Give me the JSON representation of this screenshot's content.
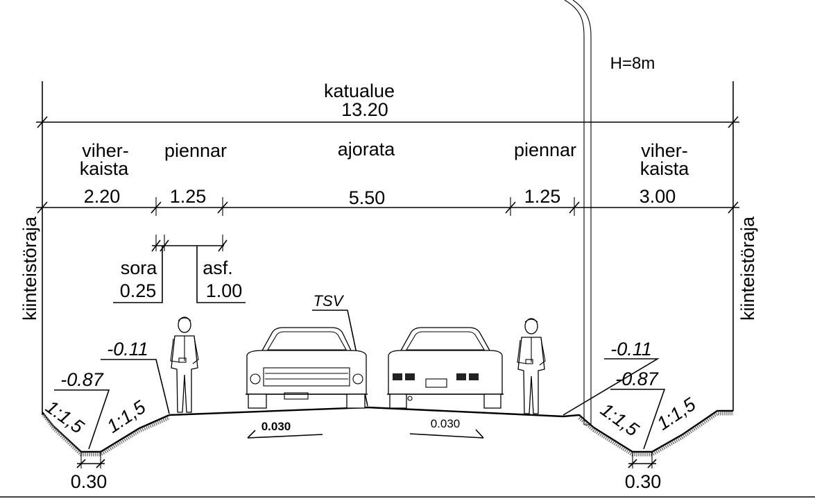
{
  "overall": {
    "name": "katualue",
    "width": "13.20"
  },
  "zones": {
    "left_verge": {
      "name_line1": "viher-",
      "name_line2": "kaista",
      "width": "2.20"
    },
    "left_shoulder": {
      "name": "piennar",
      "width": "1.25"
    },
    "carriageway": {
      "name": "ajorata",
      "width": "5.50"
    },
    "right_shoulder": {
      "name": "piennar",
      "width": "1.25"
    },
    "right_verge": {
      "name_line1": "viher-",
      "name_line2": "kaista",
      "width": "3.00"
    }
  },
  "shoulder_detail": {
    "gravel": {
      "name": "sora",
      "width": "0.25"
    },
    "asphalt": {
      "name": "asf.",
      "width": "1.00"
    }
  },
  "property_line": "kiinteistöraja",
  "light_pole_height": "H=8m",
  "crown_label": "TSV",
  "levels": {
    "left_edge": "-0.11",
    "left_ditch": "-0.87",
    "right_edge": "-0.11",
    "right_ditch": "-0.87"
  },
  "slopes": {
    "left_outer": "1:1,5",
    "left_inner": "1:1,5",
    "right_inner": "1:1,5",
    "right_outer": "1:1,5"
  },
  "cross_fall": {
    "left": "0.030",
    "right": "0.030"
  },
  "ditch_bottom": {
    "left": "0.30",
    "right": "0.30"
  }
}
